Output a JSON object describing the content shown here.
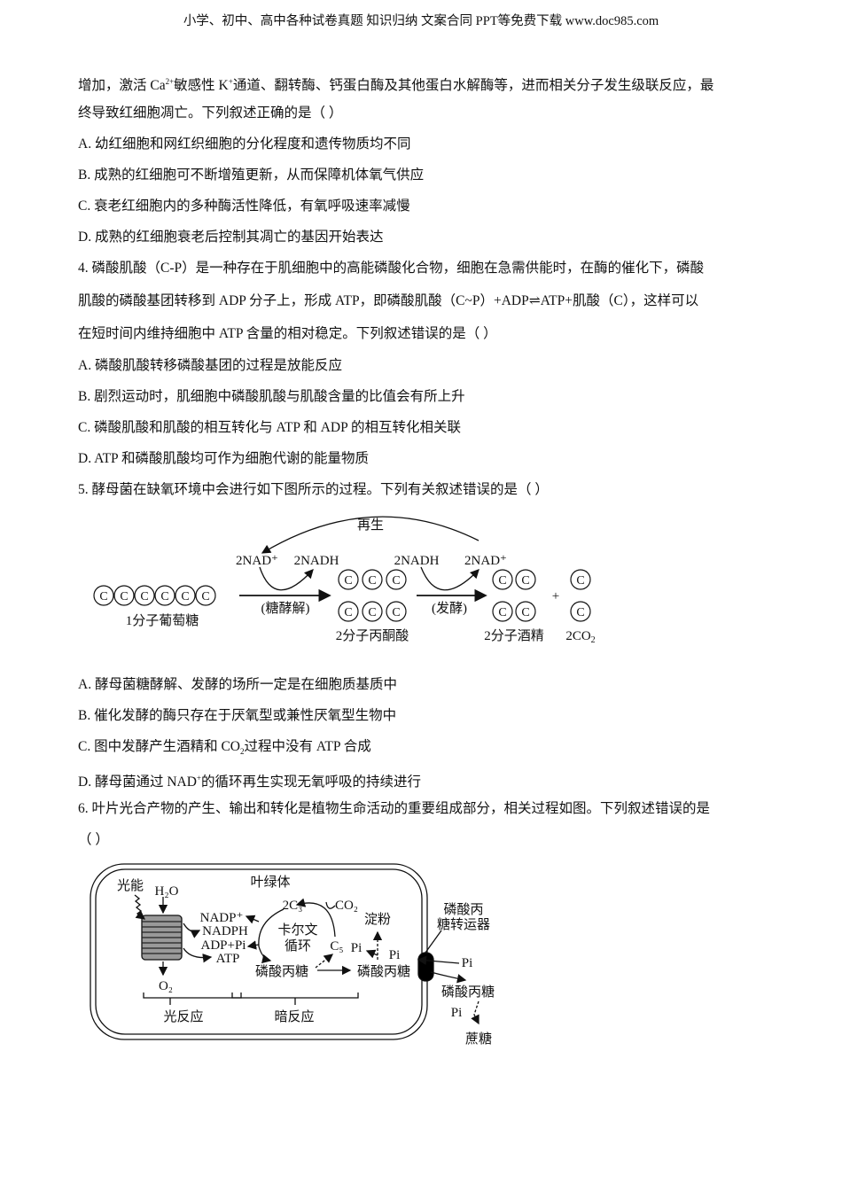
{
  "header": "小学、初中、高中各种试卷真题  知识归纳  文案合同  PPT等免费下载      www.doc985.com",
  "q3": {
    "line1_a": "增加，激活 Ca",
    "line1_sup1": "2+",
    "line1_b": "敏感性 K",
    "line1_sup2": "+",
    "line1_c": "通道、翻转酶、钙蛋白酶及其他蛋白水解酶等，进而相关分子发生级联反应，最",
    "line2": "终导致红细胞凋亡。下列叙述正确的是（        ）",
    "options": [
      "A. 幼红细胞和网红织细胞的分化程度和遗传物质均不同",
      "B. 成熟的红细胞可不断增殖更新，从而保障机体氧气供应",
      "C. 衰老红细胞内的多种酶活性降低，有氧呼吸速率减慢",
      "D. 成熟的红细胞衰老后控制其凋亡的基因开始表达"
    ]
  },
  "q4": {
    "lines": [
      "4. 磷酸肌酸（C-P）是一种存在于肌细胞中的高能磷酸化合物，细胞在急需供能时，在酶的催化下，磷酸",
      "肌酸的磷酸基团转移到 ADP 分子上，形成 ATP，即磷酸肌酸（C~P）+ADP⇌ATP+肌酸（C），这样可以",
      "在短时间内维持细胞中 ATP 含量的相对稳定。下列叙述错误的是（        ）"
    ],
    "options": [
      "A. 磷酸肌酸转移磷酸基团的过程是放能反应",
      "B. 剧烈运动时，肌细胞中磷酸肌酸与肌酸含量的比值会有所上升",
      "C. 磷酸肌酸和肌酸的相互转化与 ATP 和 ADP 的相互转化相关联",
      "D. ATP 和磷酸肌酸均可作为细胞代谢的能量物质"
    ]
  },
  "q5": {
    "stem": "5. 酵母菌在缺氧环境中会进行如下图所示的过程。下列有关叙述错误的是（        ）",
    "diagram": {
      "c": "C",
      "regen": "再生",
      "nad1": "2NAD⁺",
      "nadh1": "2NADH",
      "nadh2": "2NADH",
      "nad2": "2NAD⁺",
      "glycolysis": "(糖酵解)",
      "ferment": "(发酵)",
      "glucose": "1分子葡萄糖",
      "pyruvate": "2分子丙酮酸",
      "ethanol": "2分子酒精",
      "plus": "+",
      "co2": "2CO",
      "co2_sub": "2"
    },
    "options": [
      "A. 酵母菌糖酵解、发酵的场所一定是在细胞质基质中",
      "B. 催化发酵的酶只存在于厌氧型或兼性厌氧型生物中"
    ],
    "optC_a": "C. 图中发酵产生酒精和 CO",
    "optC_sub": "2",
    "optC_b": "过程中没有 ATP 合成",
    "optD_a": "D. 酵母菌通过 NAD",
    "optD_sup": "+",
    "optD_b": "的循环再生实现无氧呼吸的持续进行"
  },
  "q6": {
    "stem": "6. 叶片光合产物的产生、输出和转化是植物生命活动的重要组成部分，相关过程如图。下列叙述错误的是",
    "paren": "（    ）",
    "diagram": {
      "light": "光能",
      "h2o": "H₂O",
      "chloroplast": "叶绿体",
      "nadp": "NADP⁺",
      "nadph": "NADPH",
      "adppi": "ADP+Pi",
      "atp": "ATP",
      "c3": "2C₃",
      "co2": "CO₂",
      "calvin1": "卡尔文",
      "calvin2": "循环",
      "c5": "C₅",
      "starch": "淀粉",
      "pi": "Pi",
      "tp": "磷酸丙糖",
      "o2": "O₂",
      "light_rx": "光反应",
      "dark_rx": "暗反应",
      "transporter1": "磷酸丙",
      "transporter2": "糖转运器",
      "sucrose": "蔗糖"
    }
  }
}
